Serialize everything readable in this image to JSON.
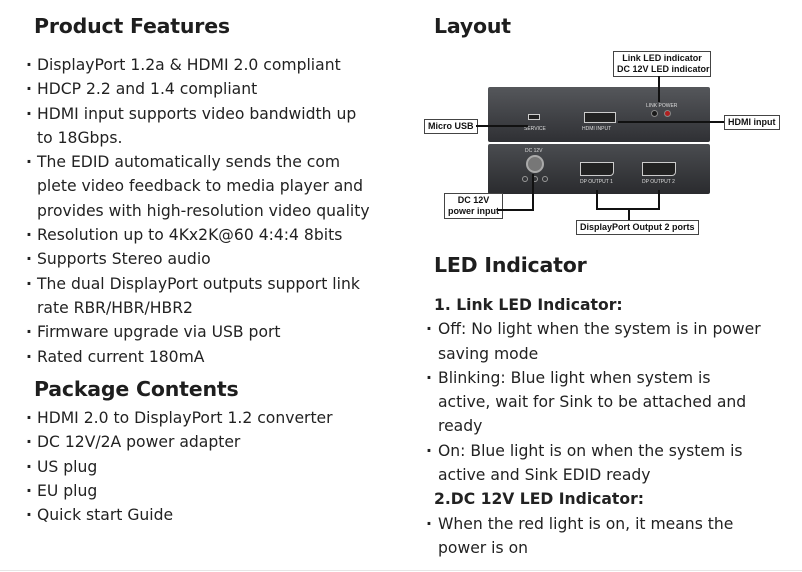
{
  "features": {
    "title": "Product Features",
    "items": [
      "DisplayPort 1.2a & HDMI 2.0 compliant",
      "HDCP 2.2 and 1.4 compliant",
      "HDMI input supports video bandwidth up to 18Gbps.",
      "The EDID automatically sends the com plete video feedback to media player and provides with high-resolution video quality",
      "Resolution up to 4Kx2K@60 4:4:4 8bits",
      "Supports Stereo audio",
      "The dual DisplayPort outputs support link rate RBR/HBR/HBR2",
      "Firmware upgrade via USB port",
      "Rated current 180mA"
    ]
  },
  "package": {
    "title": "Package Contents",
    "items": [
      "HDMI 2.0 to DisplayPort 1.2 converter",
      "DC 12V/2A power adapter",
      "US plug",
      "EU plug",
      "Quick start Guide"
    ]
  },
  "layout": {
    "title": "Layout",
    "callouts": {
      "link_led": "Link LED indicator",
      "dc_led": "DC 12V LED indicator",
      "micro_usb": "Micro USB",
      "hdmi_input": "HDMI input",
      "dc_power": "DC 12V",
      "dc_power2": "power input",
      "dp_output": "DisplayPort Output 2 ports"
    },
    "device_labels": {
      "service": "SERVICE",
      "hdmi_input": "HDMI INPUT",
      "link_power": "LINK  POWER",
      "dc12v": "DC 12V",
      "dp1": "DP OUTPUT 1",
      "dp2": "DP OUTPUT 2"
    }
  },
  "led": {
    "title": "LED Indicator",
    "link_heading": "1. Link LED Indicator:",
    "link_items": [
      "Off: No light when the system is in power saving mode",
      "Blinking: Blue light when system is active, wait for Sink to be attached and ready",
      "On: Blue light is on when the system is active and Sink EDID ready"
    ],
    "dc_heading": "2.DC 12V LED Indicator:",
    "dc_items": [
      "When the red light is on, it means the power is on"
    ]
  }
}
